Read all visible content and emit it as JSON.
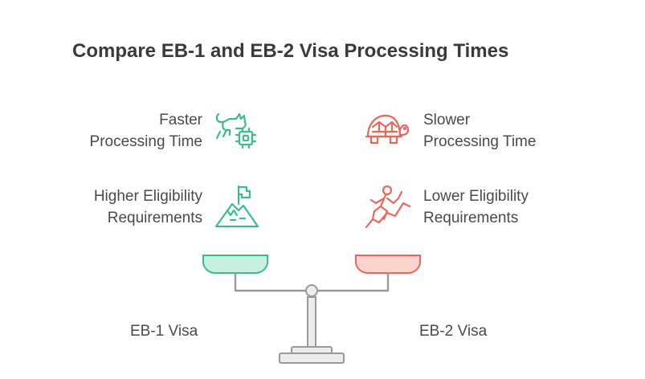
{
  "title": "Compare EB-1 and EB-2 Visa Processing Times",
  "left": {
    "visa": "EB-1 Visa",
    "color": "#3dbb8a",
    "items": [
      {
        "line1": "Faster",
        "line2": "Processing Time",
        "icon": "cat-chip-icon"
      },
      {
        "line1": "Higher Eligibility",
        "line2": "Requirements",
        "icon": "mountain-flag-icon"
      }
    ]
  },
  "right": {
    "visa": "EB-2 Visa",
    "color": "#e8675d",
    "items": [
      {
        "line1": "Slower",
        "line2": "Processing Time",
        "icon": "turtle-icon"
      },
      {
        "line1": "Lower Eligibility",
        "line2": "Requirements",
        "icon": "climber-icon"
      }
    ]
  }
}
